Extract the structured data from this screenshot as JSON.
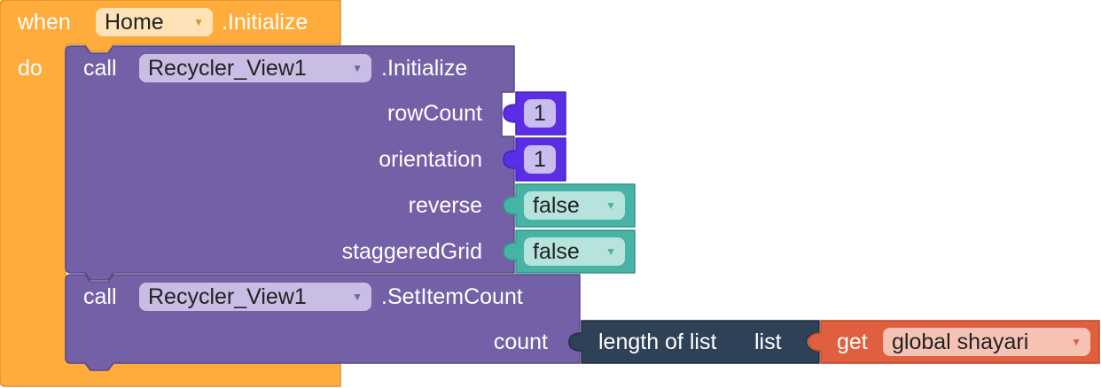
{
  "colors": {
    "event": "#ffac3c",
    "event_dark": "#e0932a",
    "component": "#7460a6",
    "component_dark": "#5a4886",
    "math": "#5b2ee6",
    "logic": "#46b3a5",
    "list": "#2e4157",
    "variable": "#e05f3e"
  },
  "event_block": {
    "when_label": "when",
    "component": "Home",
    "event_name": ".Initialize",
    "do_label": "do"
  },
  "initialize_call": {
    "call_label": "call",
    "component": "Recycler_View1",
    "method": ".Initialize",
    "params": {
      "rowCount_label": "rowCount",
      "rowCount_value": "1",
      "orientation_label": "orientation",
      "orientation_value": "1",
      "reverse_label": "reverse",
      "reverse_value": "false",
      "staggeredGrid_label": "staggeredGrid",
      "staggeredGrid_value": "false"
    }
  },
  "set_item_count_call": {
    "call_label": "call",
    "component": "Recycler_View1",
    "method": ".SetItemCount",
    "count_label": "count",
    "length_block": {
      "label": "length of list",
      "list_label": "list"
    },
    "get_block": {
      "get_label": "get",
      "variable": "global shayari"
    }
  },
  "icons": {
    "dropdown": "triangle-down",
    "dropdown_glyph": "▼"
  }
}
